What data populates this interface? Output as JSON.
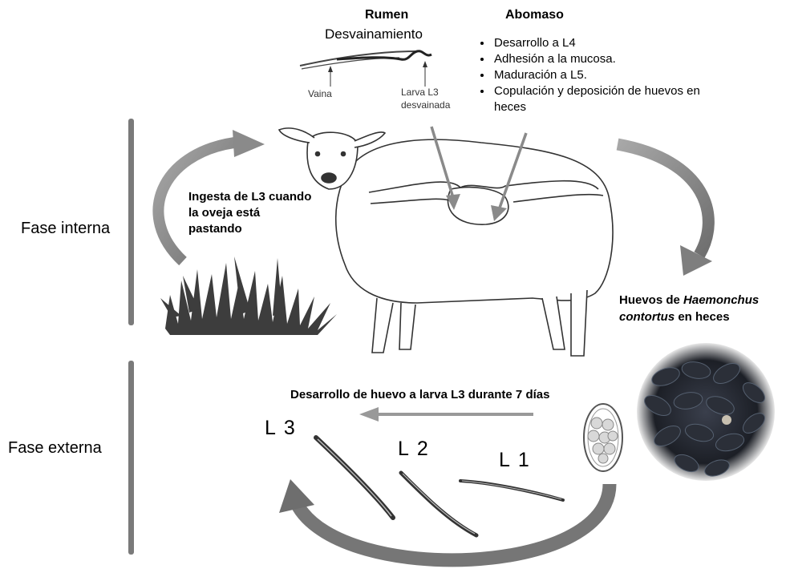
{
  "phases": {
    "internal": "Fase interna",
    "external": "Fase externa"
  },
  "rumen": {
    "title": "Rumen",
    "subtitle": "Desvainamiento",
    "label_sheath": "Vaina",
    "label_larva_line1": "Larva L3",
    "label_larva_line2": "desvainada"
  },
  "abomaso": {
    "title": "Abomaso",
    "steps": [
      "Desarrollo a L4",
      "Adhesión a la mucosa.",
      "Maduración a L5.",
      "Copulación y deposición de huevos en heces"
    ]
  },
  "ingestion": {
    "text": "Ingesta de L3 cuando la oveja está pastando"
  },
  "eggs": {
    "prefix": "Huevos de ",
    "species_italic": "Haemonchus contortus",
    "suffix": " en heces"
  },
  "development": {
    "text": "Desarrollo de huevo a larva L3 durante 7 días"
  },
  "larval_stages": [
    "L 3",
    "L 2",
    "L 1"
  ],
  "colors": {
    "arrow_gray": "#8a8a8a",
    "phase_bar": "#7a7a7a",
    "egg_dark": "#1e2128"
  }
}
